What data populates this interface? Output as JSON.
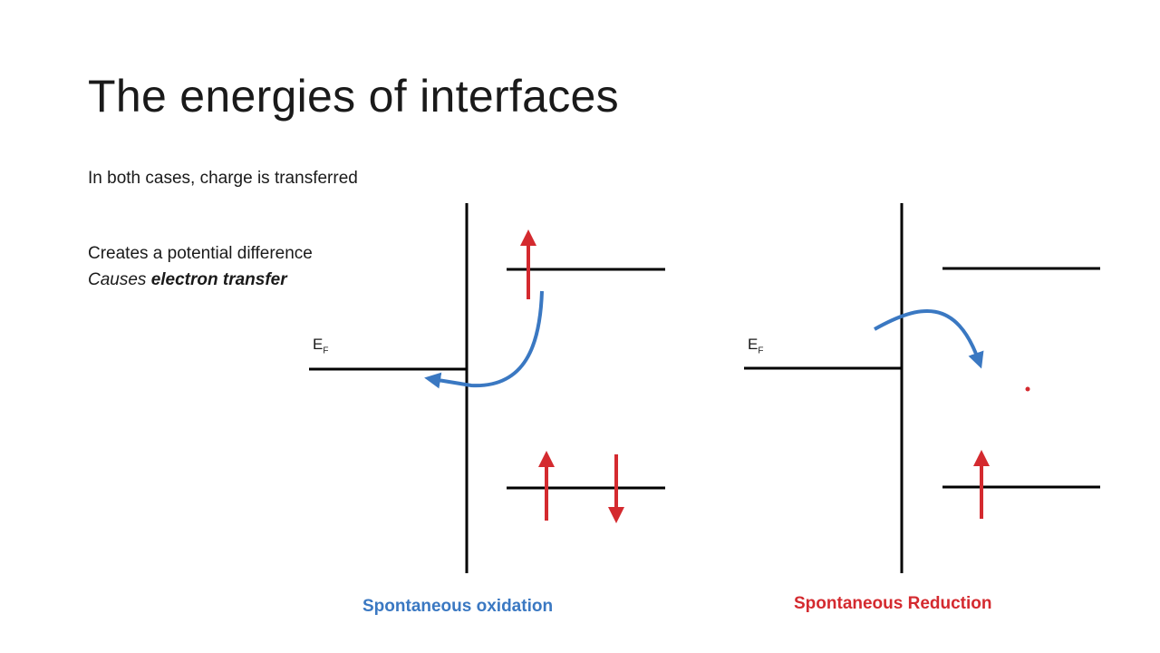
{
  "title": "The energies of interfaces",
  "text": {
    "line1": "In both cases, charge is transferred",
    "line2": "Creates a potential difference",
    "line3_prefix": "Causes ",
    "line3_bold": "electron transfer"
  },
  "diagrams": {
    "left": {
      "fermi_label": "E",
      "fermi_sub": "F",
      "caption": "Spontaneous oxidation"
    },
    "right": {
      "fermi_label": "E",
      "fermi_sub": "F",
      "caption": "Spontaneous Reduction"
    }
  },
  "colors": {
    "electron_arrow": "#d42a2f",
    "transfer_arrow": "#3a78c2",
    "oxidation_caption": "#3a78c2",
    "reduction_caption": "#d42a2f",
    "lines": "#000000"
  }
}
